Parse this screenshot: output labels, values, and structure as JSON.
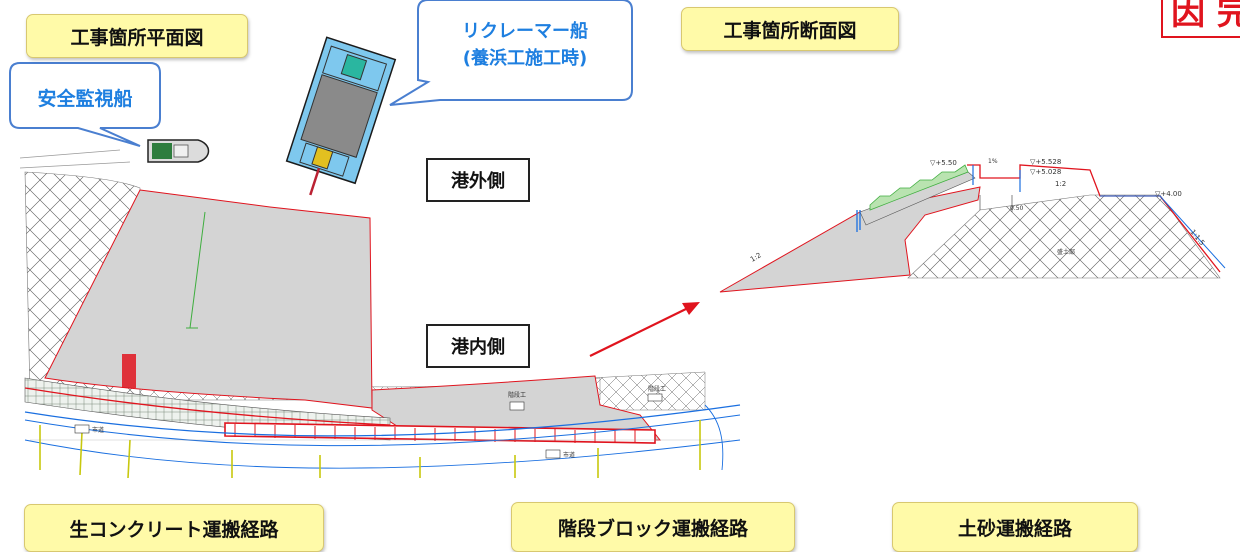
{
  "titles": {
    "plan_view": "工事箇所平面図",
    "section_view": "工事箇所断面図"
  },
  "stamp": {
    "text": "因  完"
  },
  "callouts": {
    "safety_boat": "安全監視船",
    "reclaimer_line1": "リクレーマー船",
    "reclaimer_line2": "(養浜工施工時)"
  },
  "side_labels": {
    "outer": "港外側",
    "inner": "港内側"
  },
  "routes": {
    "concrete": "生コンクリート運搬経路",
    "block": "階段ブロック運搬経路",
    "soil": "土砂運搬経路"
  },
  "section_marks": {
    "level_550": "▽+5.50",
    "level_5528": "▽+5.528",
    "level_5028": "▽+5.028",
    "level_400": "▽+4.00",
    "slope_1pct": "1%",
    "slope_12a": "1:2",
    "slope_12b": "1:2",
    "slope_115": "1:1.5",
    "dim_050": "0.50",
    "fill_label": "盛土部"
  },
  "plan_marks": {
    "road_label_1": "市道",
    "road_label_2": "市道",
    "stairs_label": "階段工",
    "stairs_label_2": "階段工"
  },
  "colors": {
    "label_fill": "#fffaa8",
    "callout_border": "#4a7fd0",
    "callout_text": "#1e7fe0",
    "red_line": "#e0141e",
    "gray_fill": "#d4d4d4",
    "blue_line": "#1a6fe0"
  }
}
